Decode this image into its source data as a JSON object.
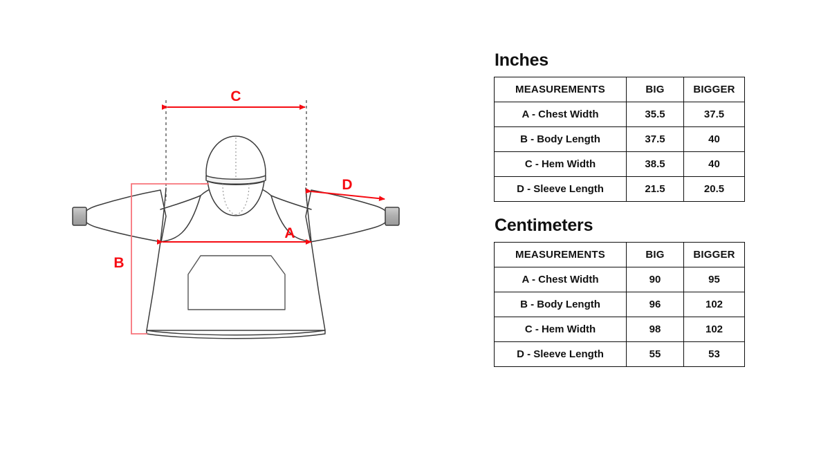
{
  "page": {
    "background_color": "#ffffff",
    "accent_color": "#f60b12",
    "line_color": "#3a3a3a",
    "cuff_color": "#b5b5b5"
  },
  "diagram": {
    "title": "hoodie-technical-flat-sketch",
    "labels": [
      {
        "id": "C",
        "text": "C",
        "meaning": "hem-width-dimension"
      },
      {
        "id": "D",
        "text": "D",
        "meaning": "sleeve-length-dimension"
      },
      {
        "id": "A",
        "text": "A",
        "meaning": "chest-width-dimension"
      },
      {
        "id": "B",
        "text": "B",
        "meaning": "body-length-dimension"
      }
    ]
  },
  "tables": [
    {
      "key": "inches",
      "heading": "Inches",
      "columns": [
        "MEASUREMENTS",
        "BIG",
        "BIGGER"
      ],
      "rows": [
        {
          "measurement": "A - Chest Width",
          "big": "35.5",
          "bigger": "37.5"
        },
        {
          "measurement": "B - Body Length",
          "big": "37.5",
          "bigger": "40"
        },
        {
          "measurement": "C - Hem Width",
          "big": "38.5",
          "bigger": "40"
        },
        {
          "measurement": "D - Sleeve Length",
          "big": "21.5",
          "bigger": "20.5"
        }
      ]
    },
    {
      "key": "centimeters",
      "heading": "Centimeters",
      "columns": [
        "MEASUREMENTS",
        "BIG",
        "BIGGER"
      ],
      "rows": [
        {
          "measurement": "A - Chest Width",
          "big": "90",
          "bigger": "95"
        },
        {
          "measurement": "B - Body Length",
          "big": "96",
          "bigger": "102"
        },
        {
          "measurement": "C - Hem Width",
          "big": "98",
          "bigger": "102"
        },
        {
          "measurement": "D - Sleeve Length",
          "big": "55",
          "bigger": "53"
        }
      ]
    }
  ]
}
